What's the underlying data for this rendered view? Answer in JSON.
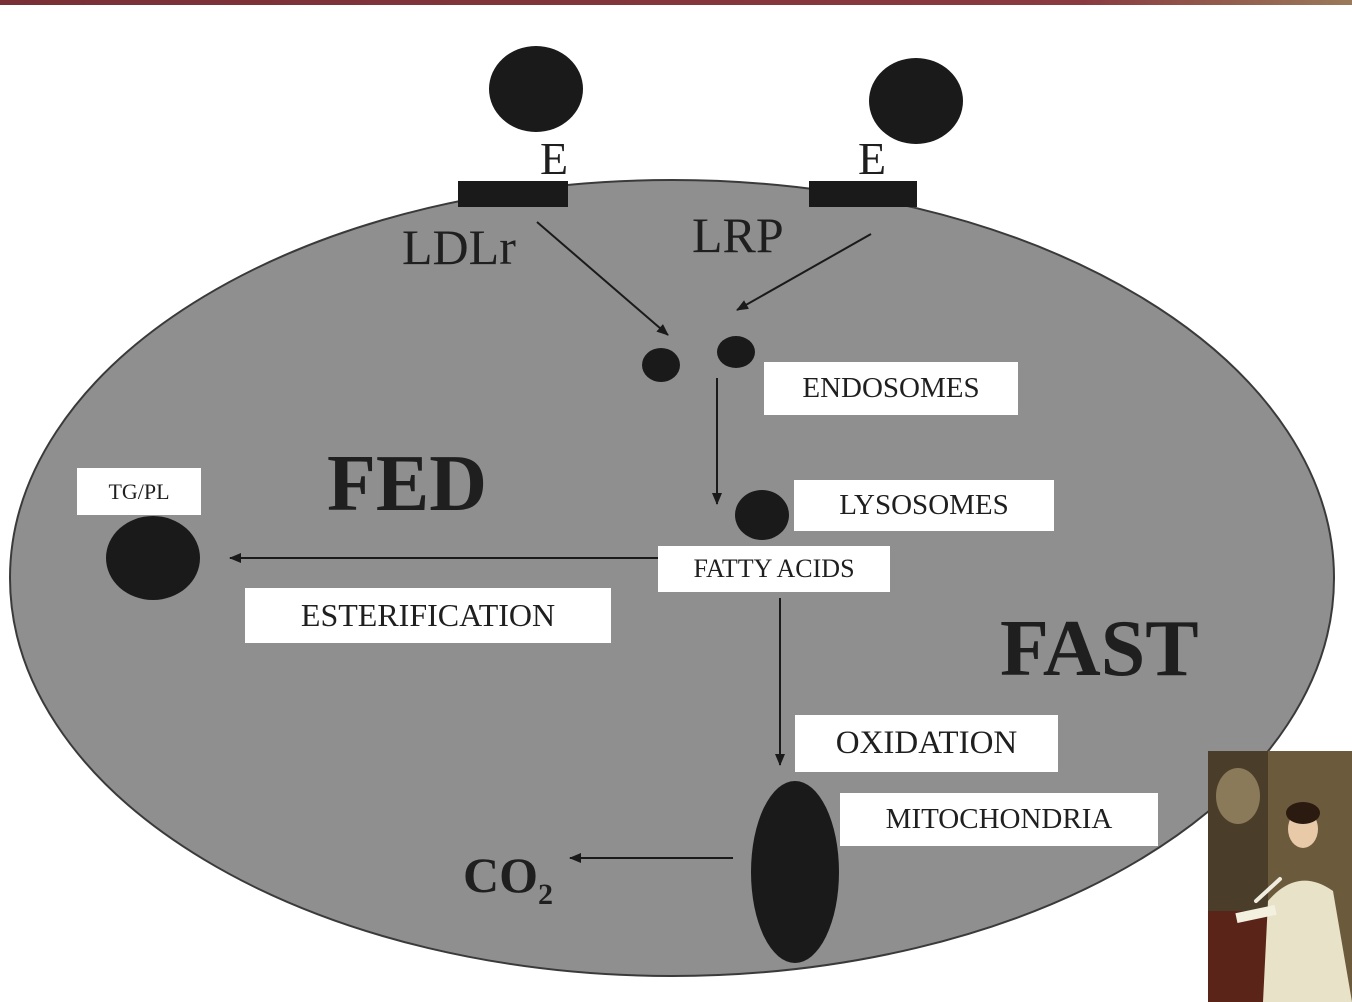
{
  "receptor_left": {
    "ligand": "E",
    "name": "LDLr"
  },
  "receptor_right": {
    "ligand": "E",
    "name": "LRP"
  },
  "labels": {
    "endosomes": "ENDOSOMES",
    "lysosomes": "LYSOSOMES",
    "fatty_acids": "FATTY ACIDS",
    "esterification": "ESTERIFICATION",
    "oxidation": "OXIDATION",
    "mitochondria": "MITOCHONDRIA",
    "tg_pl": "TG/PL"
  },
  "states": {
    "fed": "FED",
    "fast": "FAST"
  },
  "product": {
    "base": "CO",
    "subscript": "2"
  },
  "colors": {
    "cell": "#8f8f8f",
    "dark": "#1a1a1a",
    "box": "#ffffff",
    "top_bar": "#7a2f36"
  }
}
